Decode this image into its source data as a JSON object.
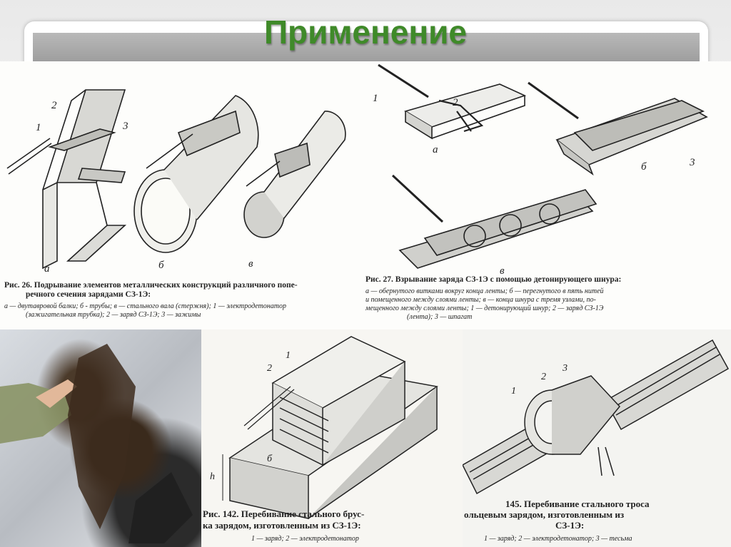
{
  "slide": {
    "title": "Применение"
  },
  "fig26": {
    "caption_main": "Рис. 26. Подрывание элементов металлических конструкций различного попе-",
    "caption_main2": "речного сечения зарядами СЗ-1Э:",
    "caption_sub1": "а — двутавровой балки; б - трубы; в — стального вала (стержня); 1 — электродетонатор",
    "caption_sub2": "(зажигательная трубка); 2 — заряд СЗ-1Э; 3 — зажимы",
    "label_a": "а",
    "label_b": "б",
    "label_v": "в",
    "num1": "1",
    "num2": "2",
    "num3": "3"
  },
  "fig27": {
    "caption_main": "Рис. 27. Взрывание заряда СЗ-1Э с помощью детонирующего шнура:",
    "caption_sub1": "а — обернутого витками вокруг конца ленты; б — перегнутого в пять нитей",
    "caption_sub2": "и помещенного между слоями ленты; в — конца шнура с тремя узлами, по-",
    "caption_sub3": "мещенного между слоями ленты; 1 — детонирующий шнур; 2 — заряд СЗ-1Э",
    "caption_sub4": "(лента); 3 — шпагат",
    "label_a": "а",
    "label_b": "б",
    "label_v": "в",
    "num1": "1",
    "num2": "2",
    "num3": "3"
  },
  "fig142": {
    "caption_main": "Рис. 142. Перебивание стального брус-",
    "caption_main2": "ка зарядом, изготовленным из СЗ-1Э:",
    "caption_sub": "1 — заряд; 2 — электродетонатор",
    "num1": "1",
    "num2": "2",
    "dim_b": "б",
    "dim_h": "h"
  },
  "fig145": {
    "caption_main": "145. Перебивание стального троса",
    "caption_main2": "ольцевым зарядом, изготовленным из",
    "caption_main3": "СЗ-1Э:",
    "caption_sub": "1 — заряд; 2 — электродетонатор; 3 — тесьма",
    "num1": "1",
    "num2": "2",
    "num3": "3"
  }
}
